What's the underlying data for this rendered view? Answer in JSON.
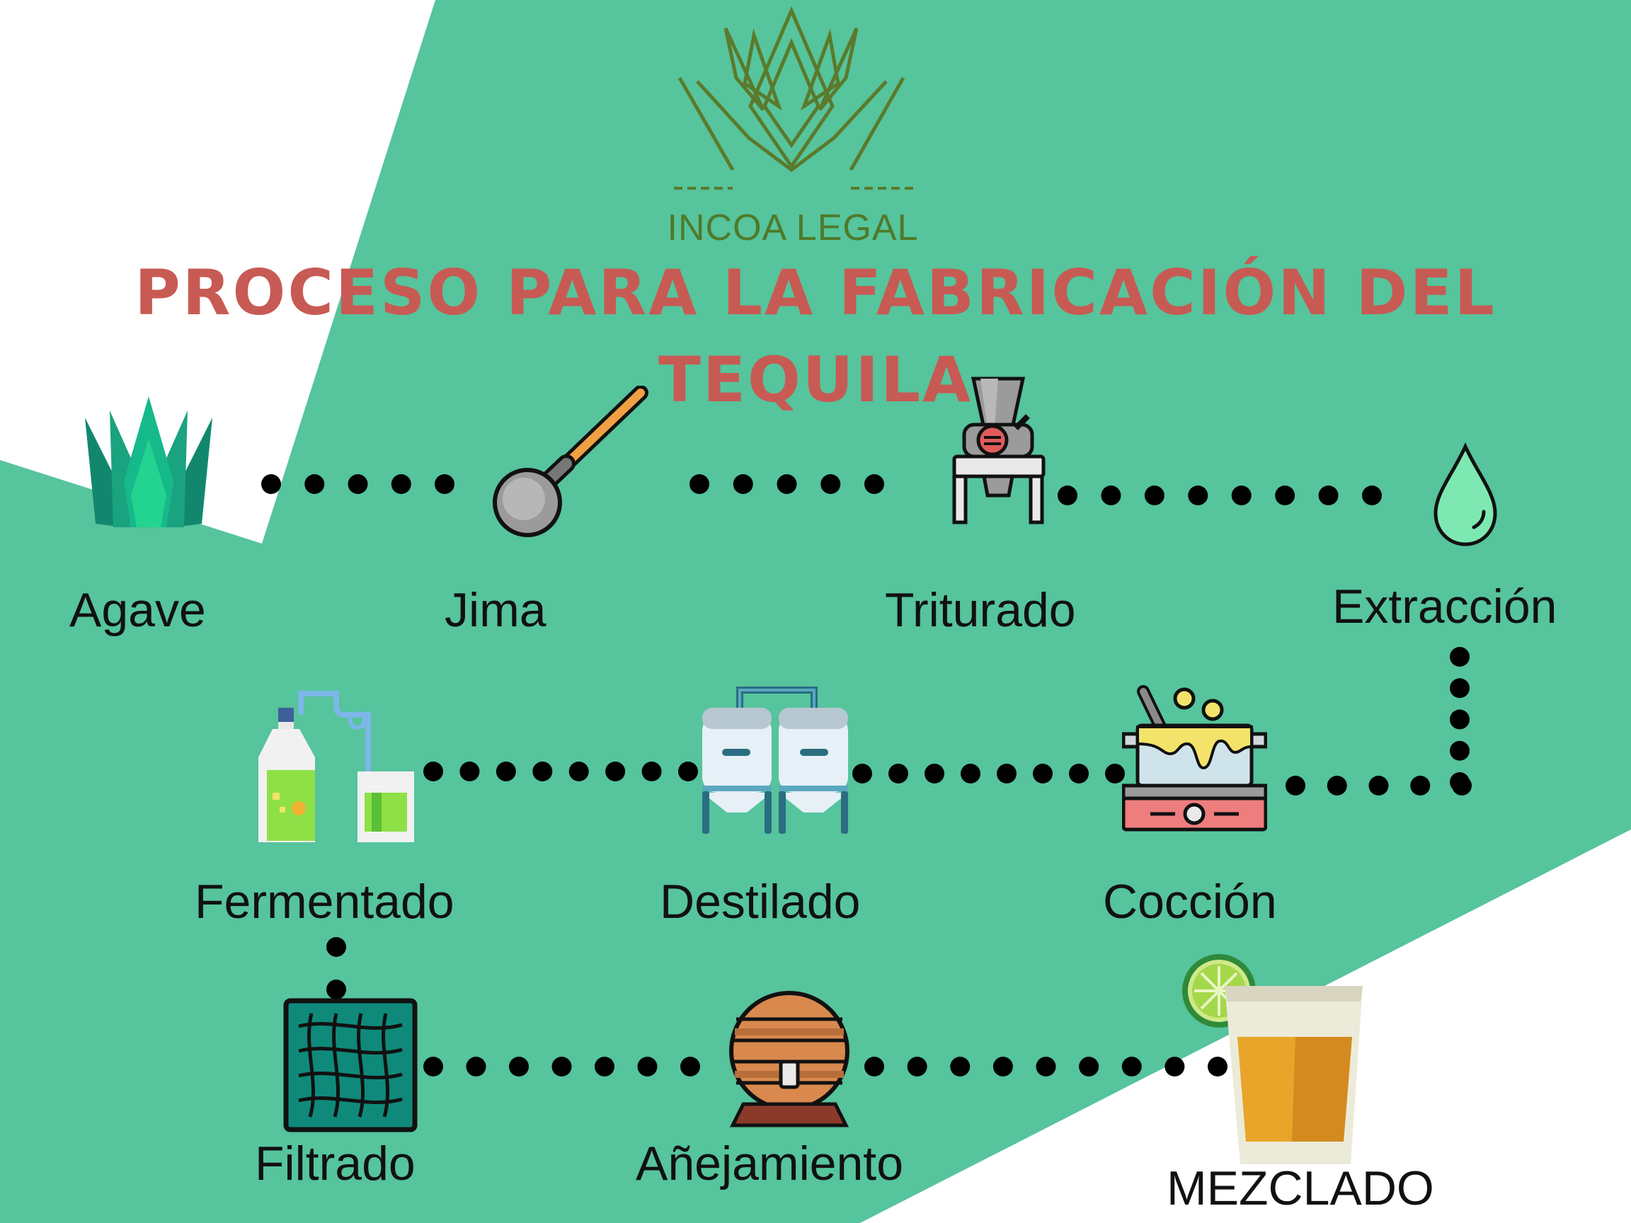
{
  "brand": {
    "name": "INCOA LEGAL",
    "logo_color": "#5b7a2b"
  },
  "title": {
    "line1": "PROCESO PARA LA FABRICACIÓN DEL",
    "line2": "TEQUILA",
    "color": "#c85a54"
  },
  "colors": {
    "background_green": "#56c49c",
    "background_white": "#ffffff",
    "dots": "#000000"
  },
  "steps": [
    {
      "label": "Agave",
      "icon": "agave-plant-icon"
    },
    {
      "label": "Jima",
      "icon": "coa-tool-icon"
    },
    {
      "label": "Triturado",
      "icon": "grinder-machine-icon"
    },
    {
      "label": "Extracción",
      "icon": "water-drop-icon"
    },
    {
      "label": "Cocción",
      "icon": "cooking-pot-icon"
    },
    {
      "label": "Destilado",
      "icon": "distillation-tanks-icon"
    },
    {
      "label": "Fermentado",
      "icon": "fermentation-bottles-icon"
    },
    {
      "label": "Filtrado",
      "icon": "filter-mesh-icon"
    },
    {
      "label": "Añejamiento",
      "icon": "barrel-icon"
    },
    {
      "label": "MEZCLADO",
      "icon": "tequila-glass-lime-icon"
    }
  ]
}
